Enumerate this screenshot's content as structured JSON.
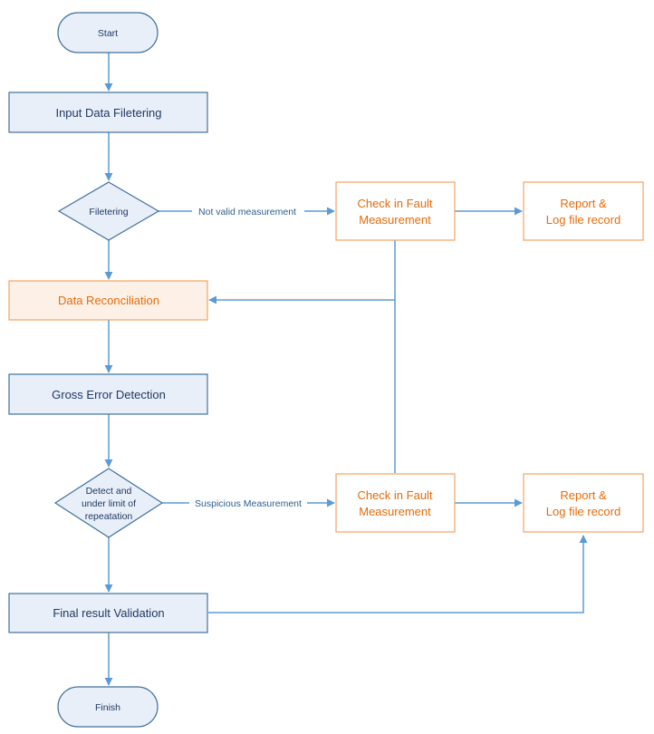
{
  "diagram": {
    "nodes": {
      "start": "Start",
      "input_filtering": "Input Data Filetering",
      "filtering_decision": "Filetering",
      "check_fault_1": [
        "Check in Fault",
        "Measurement"
      ],
      "report_1": [
        "Report &",
        "Log file record"
      ],
      "data_reconciliation": "Data Reconciliation",
      "gross_error_detection": "Gross Error Detection",
      "detect_decision": [
        "Detect and",
        "under limit of",
        "repeatation"
      ],
      "check_fault_2": [
        "Check in Fault",
        "Measurement"
      ],
      "report_2": [
        "Report &",
        "Log file record"
      ],
      "final_validation": "Final result Validation",
      "finish": "Finish"
    },
    "edge_labels": {
      "not_valid": "Not valid measurement",
      "suspicious": "Suspicious Measurement"
    },
    "colors": {
      "blue_stroke": "#41719c",
      "blue_fill": "#e9eff8",
      "blue_text": "#1f3864",
      "orange_stroke": "#f4a460",
      "orange_text": "#e46c0a",
      "arrow": "#5b9bd5",
      "label_text": "#2e5e8e"
    }
  }
}
